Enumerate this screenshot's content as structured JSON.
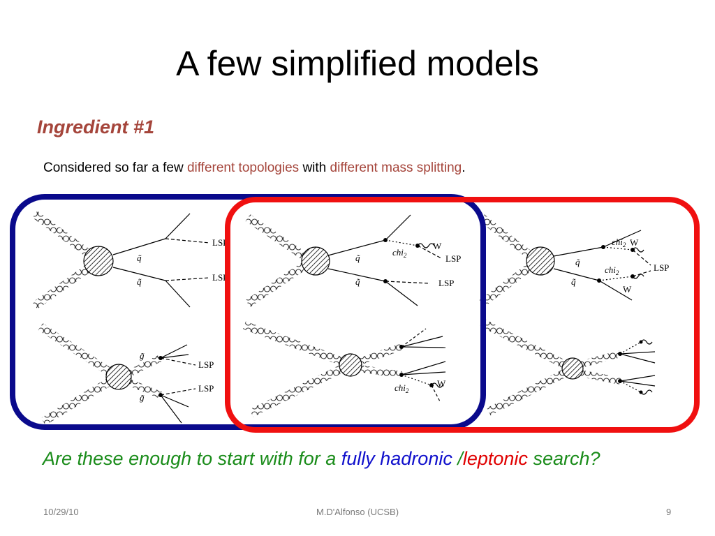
{
  "slide": {
    "title": "A few simplified models",
    "ingredient": "Ingredient  #1",
    "accent_color": "#a5453b",
    "desc": {
      "prefix": "Considered  so far a few ",
      "hl1": "different topologies",
      "mid": " with ",
      "hl2": "different mass splitting",
      "suffix": "."
    },
    "question": {
      "part1": "Are these enough to start with for a ",
      "part2": "fully hadronic ",
      "part3": "/",
      "part4": "leptonic",
      "part5": " search?",
      "color_green": "#1a8c1a",
      "color_blue": "#1010cc",
      "color_red": "#e00000"
    },
    "footer": {
      "date": "10/29/10",
      "author": "M.D'Alfonso (UCSB)",
      "page": "9"
    }
  },
  "diagrams": {
    "lsp": "LSP",
    "w": "W",
    "chi2": "chi",
    "chi2_sub": "2",
    "squark": "q̃",
    "gluino": "g̃",
    "box_blue_color": "#0a0a8c",
    "box_red_color": "#f01010"
  }
}
